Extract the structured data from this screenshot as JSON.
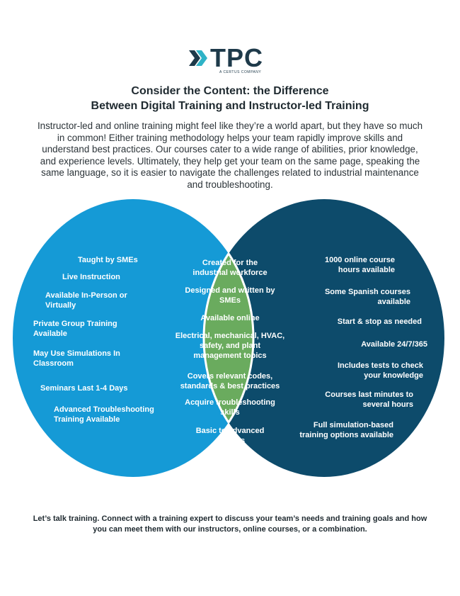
{
  "logo": {
    "wordmark": "TPC",
    "tagline": "A CERTUS COMPANY",
    "chevron_color": "#2fb3c7",
    "text_color": "#1e3a4a"
  },
  "title": {
    "line1": "Consider the Content: the Difference",
    "line2": "Between Digital Training and Instructor-led Training"
  },
  "intro": "Instructor-led and online training might feel like they’re a world apart, but they have so much in common! Either training methodology helps your team rapidly improve skills and understand best practices. Our courses cater to a wide range of abilities, prior knowledge, and experience levels. Ultimately, they help get your team on the same page, speaking the same language, so it is easier to navigate the challenges related to industrial maintenance and troubleshooting.",
  "venn": {
    "colors": {
      "left": "#159ad6",
      "right": "#0d4b6b",
      "overlap": "#6aab5e",
      "stroke": "#ffffff"
    },
    "left_items": [
      "Taught by SMEs",
      "Live Instruction",
      "Available In-Person or Virtually",
      "Private Group Training Available",
      "May Use Simulations In Classroom",
      "Seminars Last 1-4 Days",
      "Advanced Troubleshooting Training Available"
    ],
    "overlap_items": [
      "Created for the industrial workforce",
      "Designed and written by SMEs",
      "Available online",
      "Electrical, mechanical, HVAC, safety, and plant management topics",
      "Covers relevant codes, standards & best practices",
      "Acquire troubleshooting skills",
      "Basic to advanced courses"
    ],
    "right_items": [
      "1000 online course hours available",
      "Some Spanish courses available",
      "Start & stop as needed",
      "Available 24/7/365",
      "Includes tests to check your knowledge",
      "Courses last minutes to several hours",
      "Full simulation-based training options available"
    ]
  },
  "footer": "Let’s talk training. Connect with a training expert to discuss your team’s needs and training goals and how you can meet them with our instructors, online courses, or a combination."
}
